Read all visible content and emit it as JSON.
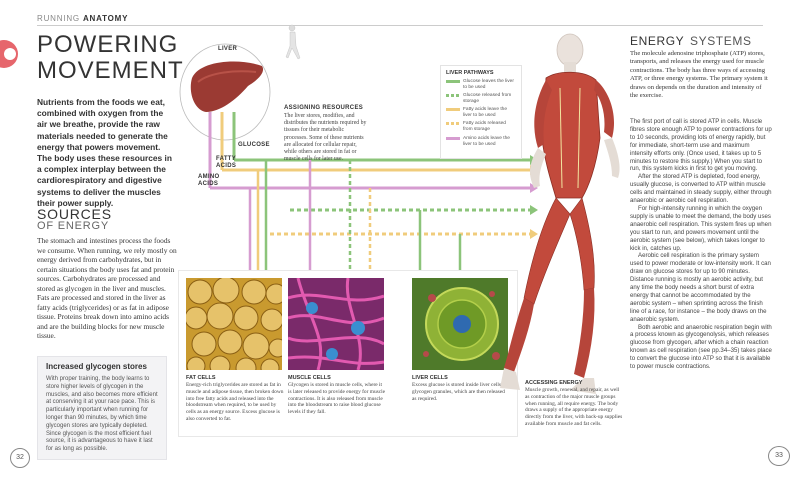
{
  "header": {
    "section": "RUNNING",
    "subsection": "ANATOMY"
  },
  "title": {
    "line1": "POWERING",
    "line2": "MOVEMENT"
  },
  "lead": "Nutrients from the foods we eat, combined with oxygen from the air we breathe, provide the raw materials needed to generate the energy that powers movement. The body uses these resources in a complex interplay between the cardiorespiratory and digestive systems to deliver the muscles their power supply.",
  "sources": {
    "title1": "SOURCES",
    "title2": "OF ENERGY",
    "body": "The stomach and intestines process the foods we consume. When running, we rely mostly on energy derived from carbohydrates, but in certain situations the body uses fat and protein sources. Carbohydrates are processed and stored as glycogen in the liver and muscles. Fats are processed and stored in the liver as fatty acids (triglycerides) or as fat in adipose tissue. Proteins break down into amino acids and are the building blocks for new muscle tissue."
  },
  "glycogen_box": {
    "title": "Increased glycogen stores",
    "body": "With proper training, the body learns to store higher levels of glycogen in the muscles, and also becomes more efficient at conserving it at your race pace. This is particularly important when running for longer than 90 minutes, by which time glycogen stores are typically depleted. Since glycogen is the most efficient fuel source, it is advantageous to have it last for as long as possible."
  },
  "diagram": {
    "liver_label": "LIVER",
    "glucose_label": "GLUCOSE",
    "fatty_acids_label": "FATTY ACIDS",
    "amino_acids_label": "AMINO ACIDS",
    "assigning_title": "ASSIGNING RESOURCES",
    "assigning_body": "The liver stores, modifies, and distributes the nutrients required by tissues for their metabolic processes. Some of these nutrients are allocated for cellular repair, while others are stored in fat or muscle cells for later use."
  },
  "legend": {
    "title": "LIVER PATHWAYS",
    "items": [
      {
        "text": "Glucose leaves the liver to be used",
        "color": "#8cc47a",
        "dashed": false
      },
      {
        "text": "Glucose released from storage",
        "color": "#8cc47a",
        "dashed": true
      },
      {
        "text": "Fatty acids leave the liver to be used",
        "color": "#f0cc7c",
        "dashed": false
      },
      {
        "text": "Fatty acids released from storage",
        "color": "#f0cc7c",
        "dashed": true
      },
      {
        "text": "Amino acids leave the liver to be used",
        "color": "#d69cd0",
        "dashed": false
      }
    ]
  },
  "cells": [
    {
      "title": "FAT CELLS",
      "body": "Energy-rich triglycerides are stored as fat in muscle and adipose tissue, then broken down into free fatty acids and released into the bloodstream when required, to be used by cells as an energy source. Excess glucose is also converted to fat."
    },
    {
      "title": "MUSCLE CELLS",
      "body": "Glycogen is stored in muscle cells, where it is later released to provide energy for muscle contractions. It is also released from muscle into the bloodstream to raise blood glucose levels if they fall."
    },
    {
      "title": "LIVER CELLS",
      "body": "Excess glucose is stored inside liver cells as glycogen granules, which are then released as required."
    }
  ],
  "accessing": {
    "title": "ACCESSING ENERGY",
    "body": "Muscle growth, renewal, and repair, as well as contraction of the major muscle groups when running, all require energy. The body draws a supply of the appropriate energy directly from the liver, with back-up supplies available from muscle and fat cells."
  },
  "energy_systems": {
    "title1": "ENERGY",
    "title2": "SYSTEMS",
    "intro": "The molecule adenosine triphosphate (ATP) stores, transports, and releases the energy used for muscle contractions. The body has three ways of accessing ATP, or three energy systems. The primary system it draws on depends on the duration and intensity of the exercise.",
    "paragraphs": [
      "The first port of call is stored ATP in cells. Muscle fibres store enough ATP to power contractions for up to 10 seconds, providing lots of energy rapidly, but for immediate, short-term use and maximum intensity efforts only. (Once used, it takes up to 5 minutes to restore this supply.) When you start to run, this system kicks in first to get you moving.",
      "After the stored ATP is depleted, food energy, usually glucose, is converted to ATP within muscle cells and maintained in steady supply, either through anaerobic or aerobic cell respiration.",
      "For high-intensity running in which the oxygen supply is unable to meet the demand, the body uses anaerobic cell respiration. This system fires up when you start to run, and powers movement until the aerobic system (see below), which takes longer to kick in, catches up.",
      "Aerobic cell respiration is the primary system used to power moderate or low-intensity work. It can draw on glucose stores for up to 90 minutes. Distance running is mostly an aerobic activity, but any time the body needs a short burst of extra energy that cannot be accommodated by the aerobic system – when sprinting across the finish line of a race, for instance – the body draws on the anaerobic system.",
      "Both aerobic and anaerobic respiration begin with a process known as glycogenolysis, which releases glucose from glycogen, after which a chain reaction known as cell respiration (see pp.34–35) takes place to convert the glucose into ATP so that it is available to power muscle contractions."
    ]
  },
  "pages": {
    "left": "32",
    "right": "33"
  }
}
